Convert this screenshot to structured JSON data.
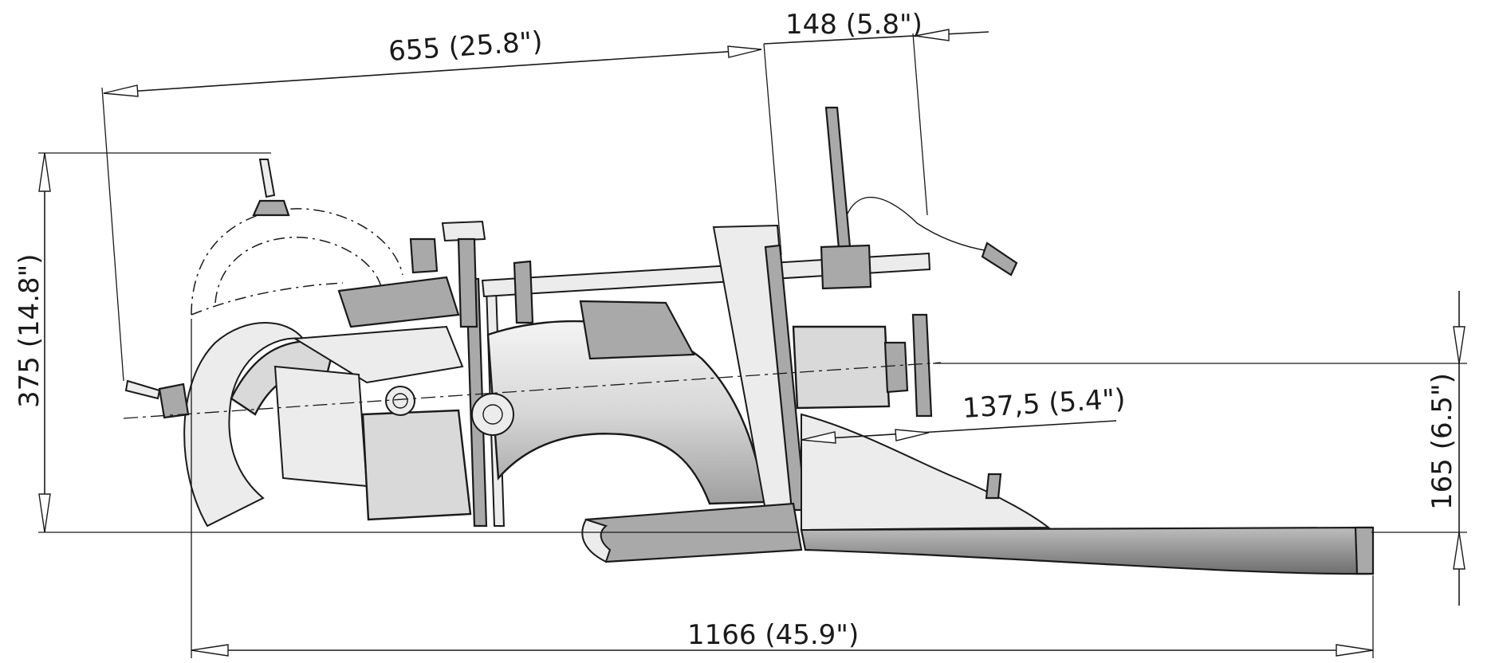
{
  "dimensions": {
    "top_length": "655 (25.8\")",
    "top_offset": "148 (5.8\")",
    "height": "375 (14.8\")",
    "right_height": "165 (6.5\")",
    "mid_offset": "137,5 (5.4\")",
    "overall_length": "1166 (45.9\")"
  }
}
